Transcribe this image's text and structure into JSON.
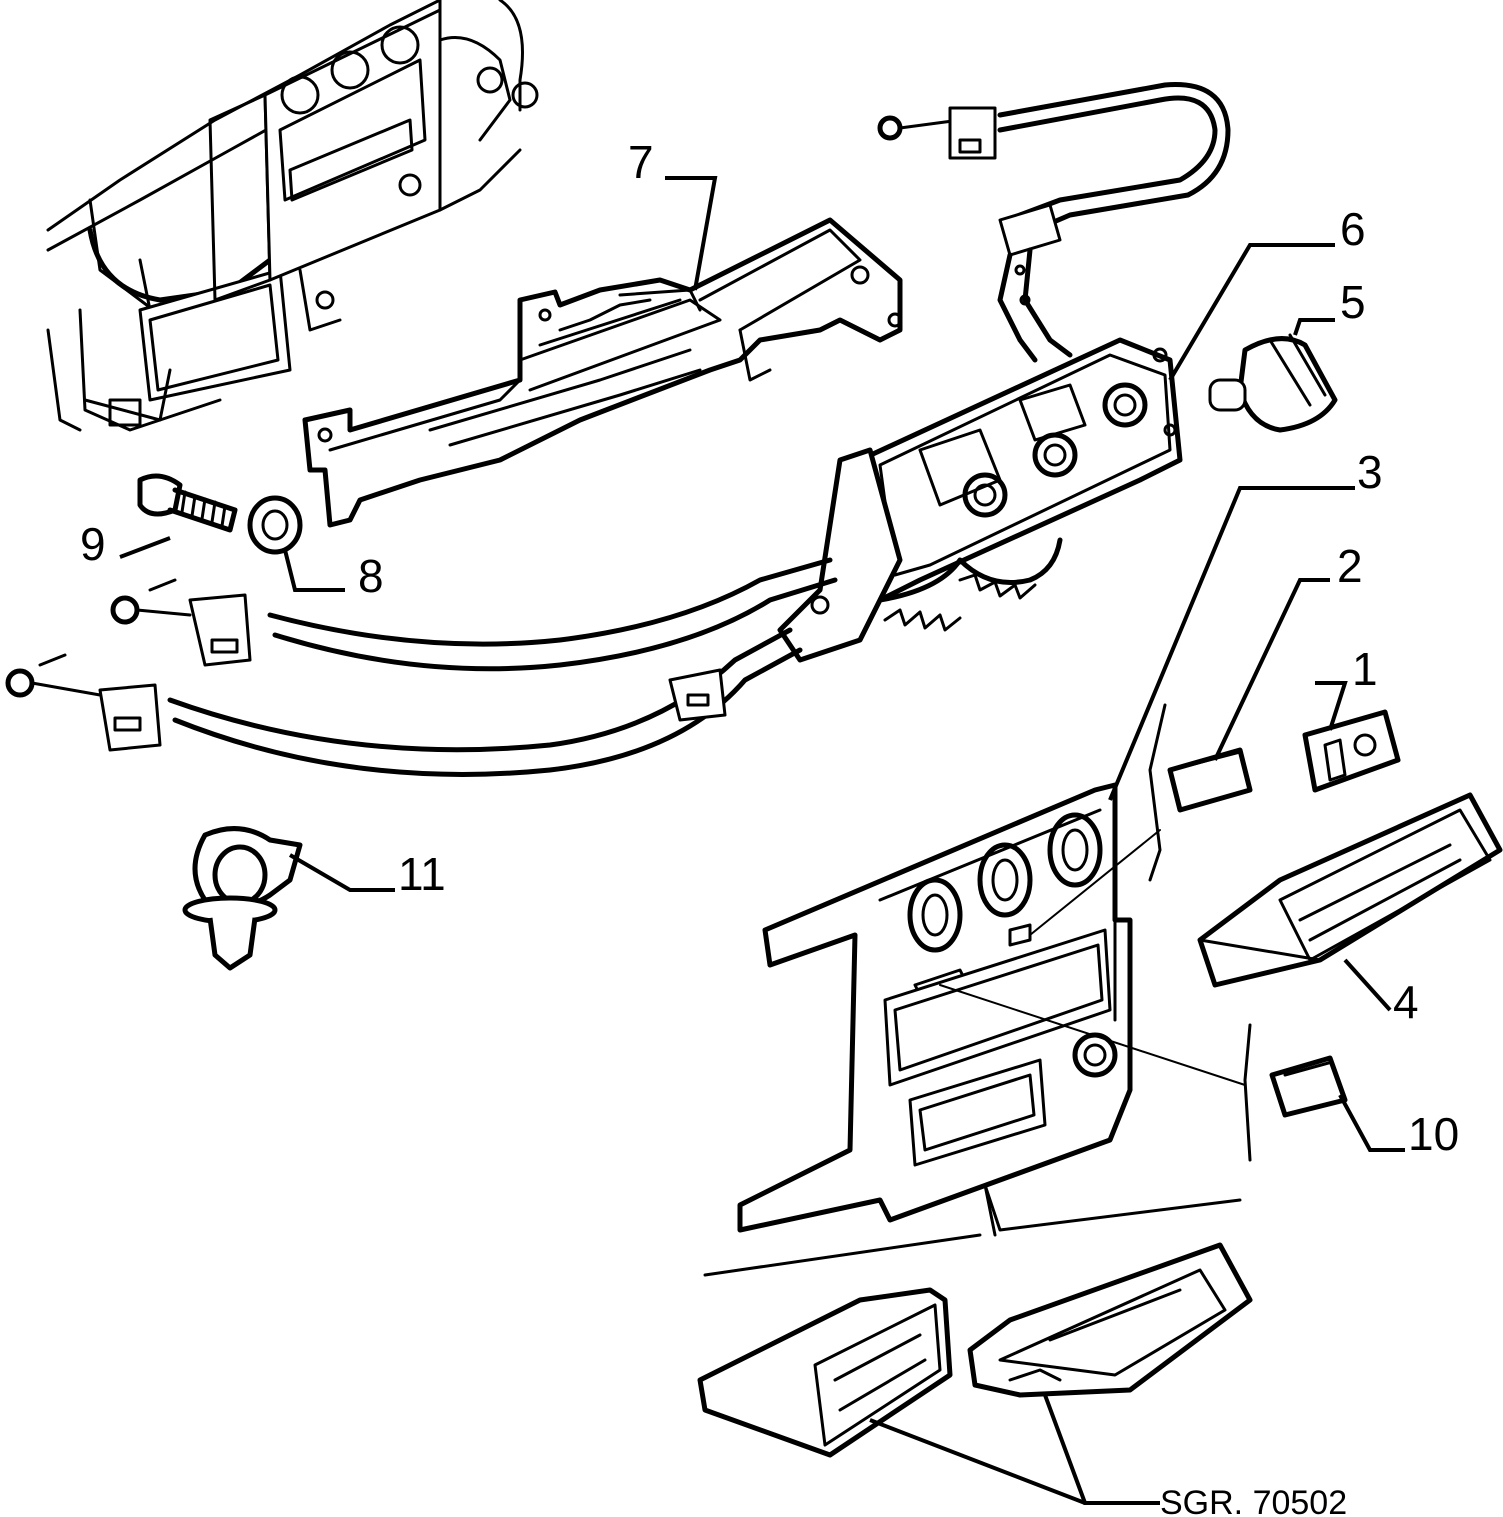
{
  "diagram": {
    "reference": "SGR. 70502",
    "callouts": [
      {
        "id": "1",
        "label": "1"
      },
      {
        "id": "2",
        "label": "2"
      },
      {
        "id": "3",
        "label": "3"
      },
      {
        "id": "4",
        "label": "4"
      },
      {
        "id": "5",
        "label": "5"
      },
      {
        "id": "6",
        "label": "6"
      },
      {
        "id": "7",
        "label": "7"
      },
      {
        "id": "8",
        "label": "8"
      },
      {
        "id": "9",
        "label": "9"
      },
      {
        "id": "10",
        "label": "10"
      },
      {
        "id": "11",
        "label": "11"
      }
    ]
  }
}
